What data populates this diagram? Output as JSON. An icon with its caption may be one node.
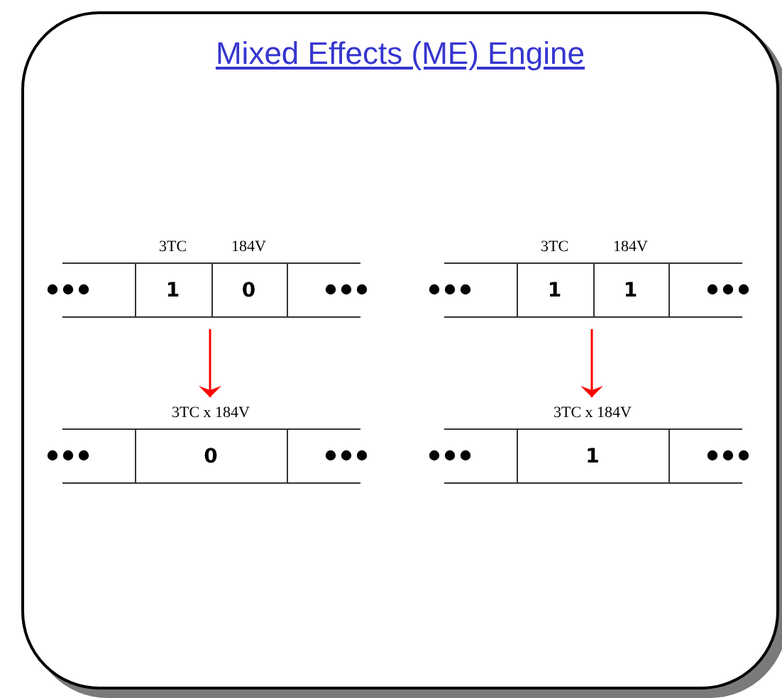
{
  "diagram": {
    "title": "Mixed Effects (ME) Engine",
    "nodes": [
      {
        "text": [
          "3TC",
          "184V",
          "1",
          "0"
        ]
      },
      {
        "text": [
          "3TC",
          "184V",
          "1",
          "1"
        ]
      },
      {
        "text": [
          "3TC x 184V",
          "0"
        ]
      },
      {
        "text": [
          "3TC x 184V",
          "1"
        ]
      }
    ],
    "edges": [
      {
        "from": 0,
        "to": 2,
        "arrow": "to",
        "color": "#ff0000"
      },
      {
        "from": 1,
        "to": 3,
        "arrow": "to",
        "color": "#ff0000"
      }
    ]
  }
}
